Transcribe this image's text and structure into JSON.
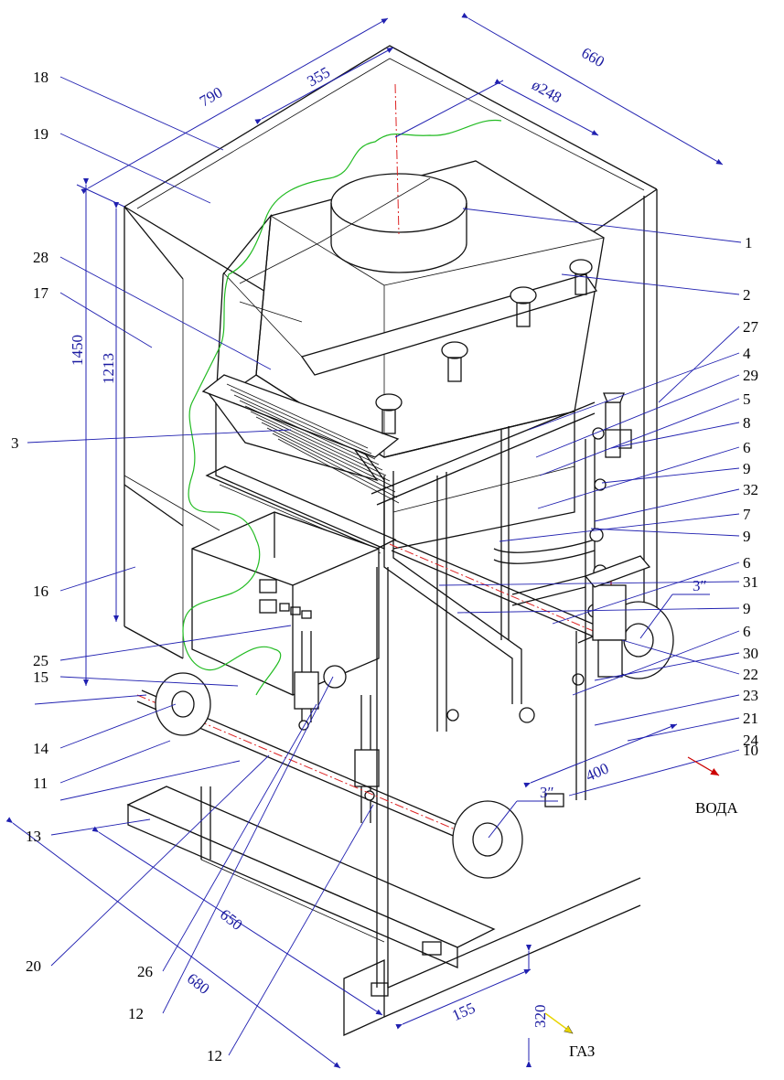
{
  "labels": {
    "l1": "1",
    "l2": "2",
    "l3": "3",
    "l4": "4",
    "l5": "5",
    "l6a": "6",
    "l6b": "6",
    "l6c": "6",
    "l7": "7",
    "l8": "8",
    "l9a": "9",
    "l9b": "9",
    "l9c": "9",
    "l10": "10",
    "l11": "11",
    "l12a": "12",
    "l12b": "12",
    "l13": "13",
    "l14": "14",
    "l15": "15",
    "l16": "16",
    "l17": "17",
    "l18": "18",
    "l19": "19",
    "l20": "20",
    "l21": "21",
    "l22": "22",
    "l23": "23",
    "l24": "24",
    "l25": "25",
    "l26": "26",
    "l27": "27",
    "l28": "28",
    "l29": "29",
    "l30": "30",
    "l31": "31",
    "l32": "32"
  },
  "dimensions": {
    "d790": "790",
    "d355": "355",
    "d660": "660",
    "d248": "ø248",
    "d1450": "1450",
    "d1213": "1213",
    "d650": "650",
    "d680": "680",
    "d400": "400",
    "d155": "155",
    "d320": "320",
    "pipe_top": "3″",
    "pipe_bottom": "3″"
  },
  "flow_labels": {
    "water": "ВОДА",
    "gas": "ГАЗ"
  },
  "colors": {
    "dimension": "#1a1aa0",
    "cutaway": "#22bb22",
    "axis": "#dd2222",
    "ink": "#111111",
    "gas_arrow": "#e8d400",
    "water_arrow": "#cc0000"
  }
}
